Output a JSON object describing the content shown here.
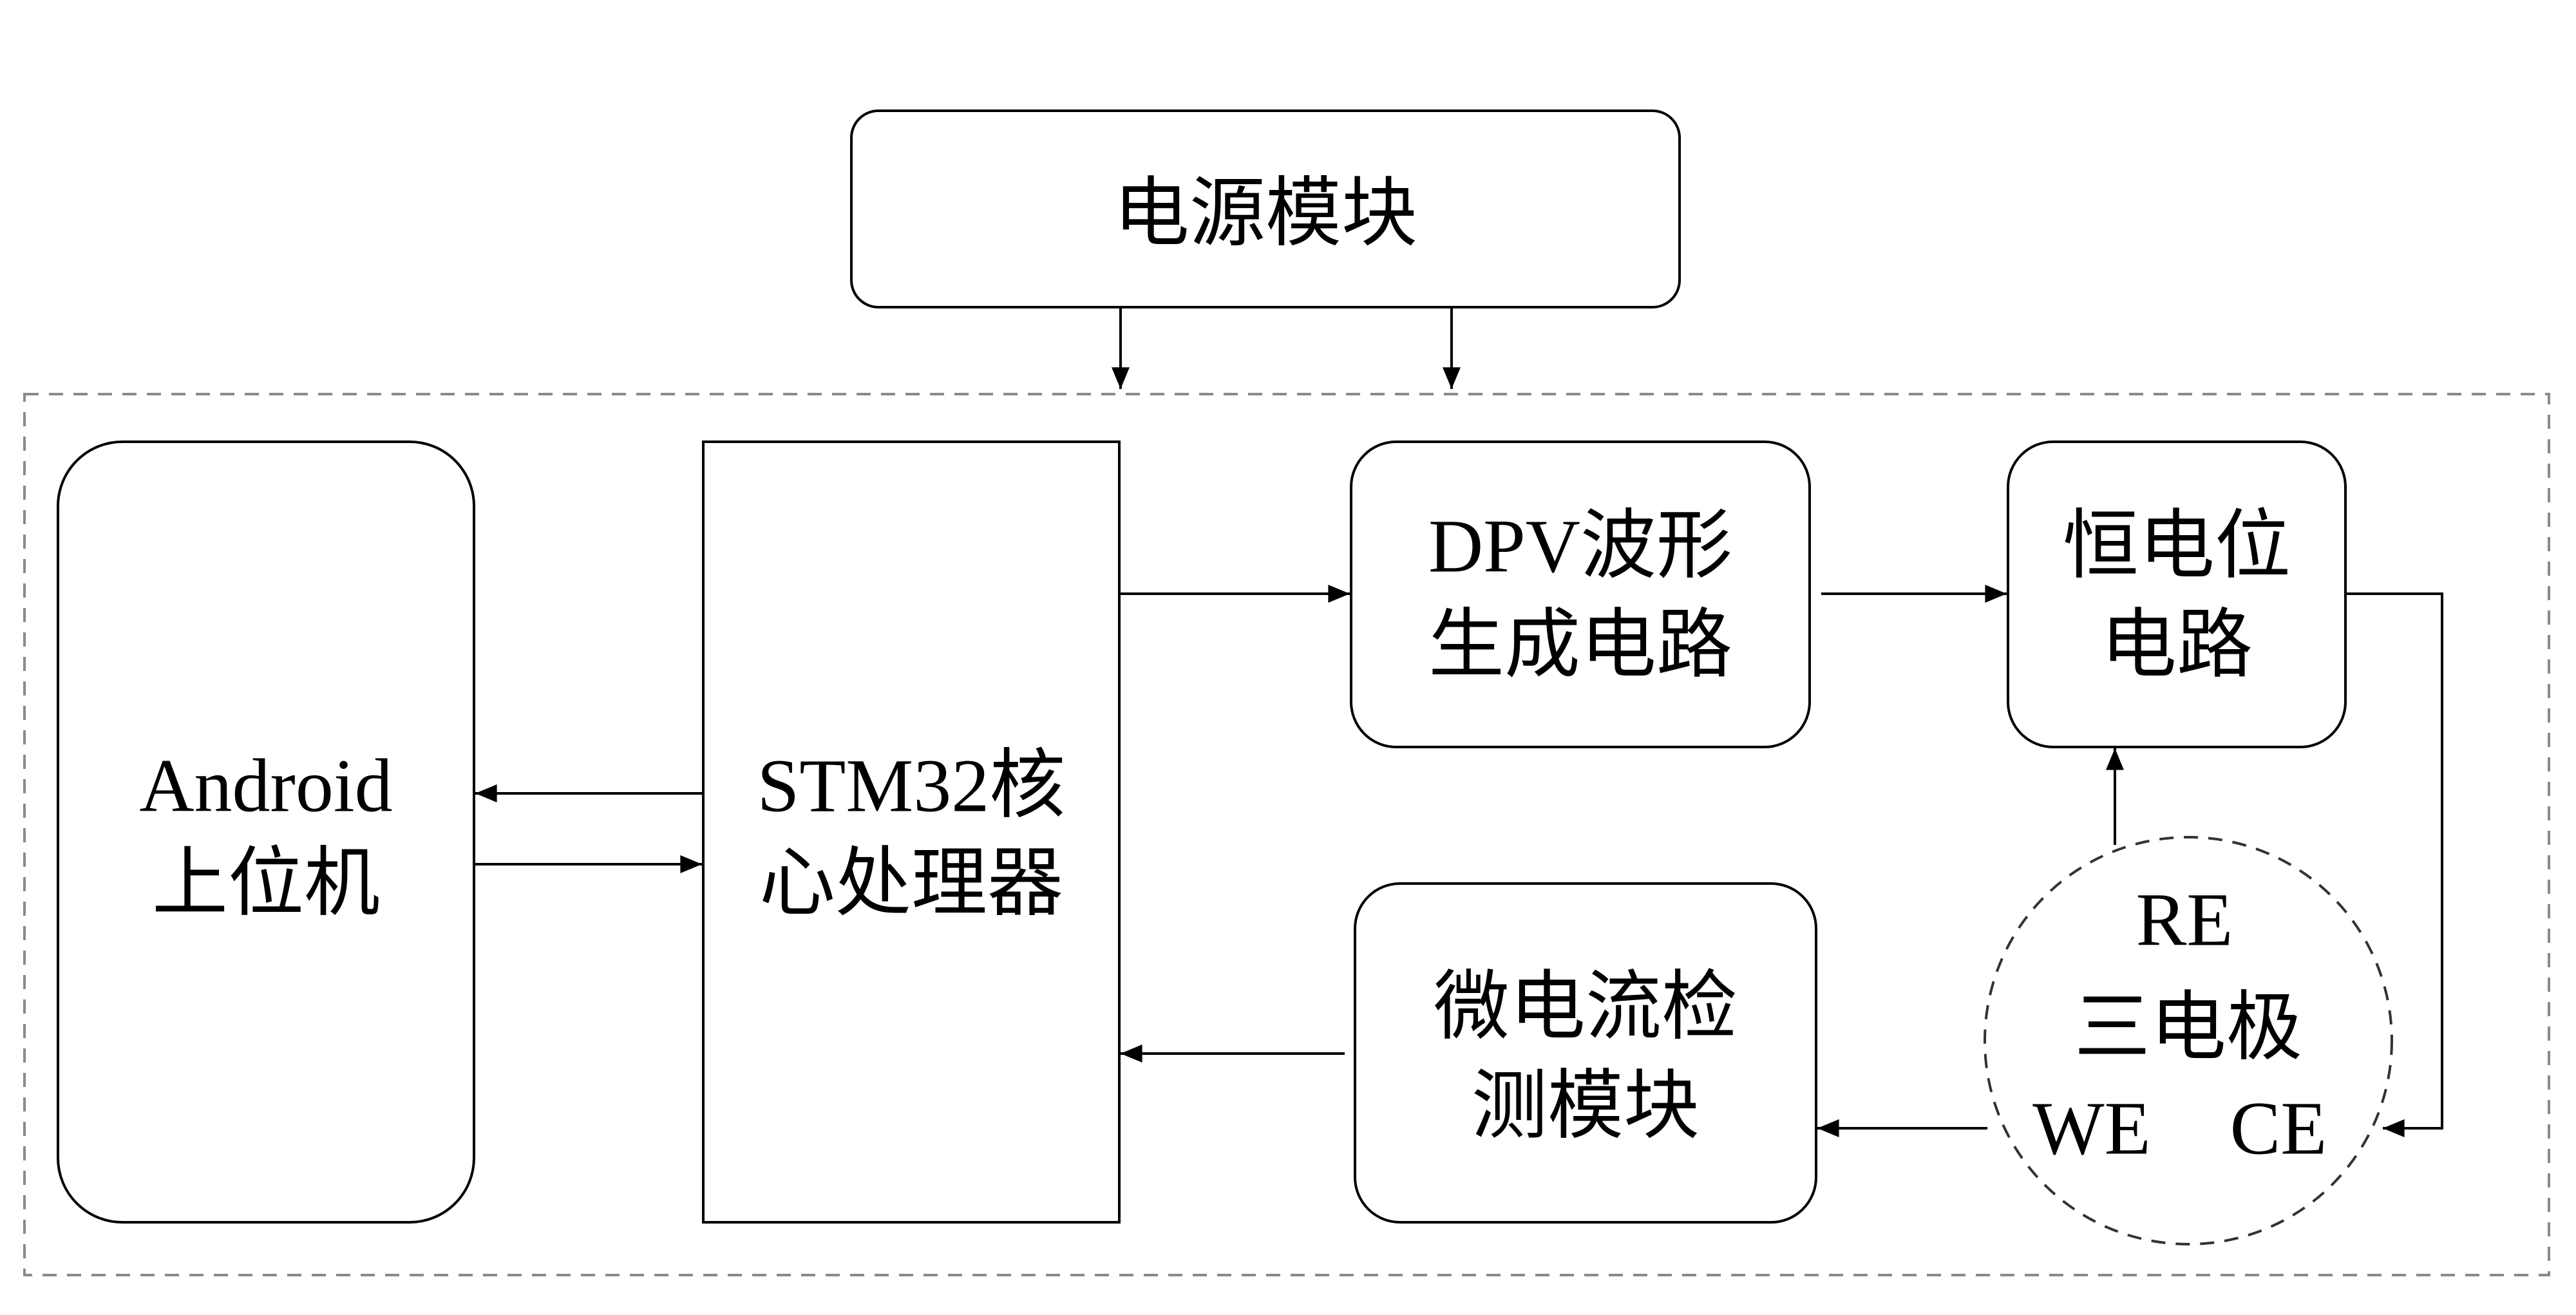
{
  "nodes": {
    "power": {
      "lines": [
        "电源模块"
      ]
    },
    "android": {
      "lines": [
        "Android",
        "上位机"
      ]
    },
    "stm32": {
      "lines": [
        "STM32核",
        "心处理器"
      ]
    },
    "dpv": {
      "lines": [
        "DPV波形",
        "生成电路"
      ]
    },
    "potentiostat": {
      "lines": [
        "恒电位",
        "电路"
      ]
    },
    "current": {
      "lines": [
        "微电流检",
        "测模块"
      ]
    },
    "electrode": {
      "re": "RE",
      "title": "三电极",
      "we": "WE",
      "ce": "CE"
    }
  }
}
